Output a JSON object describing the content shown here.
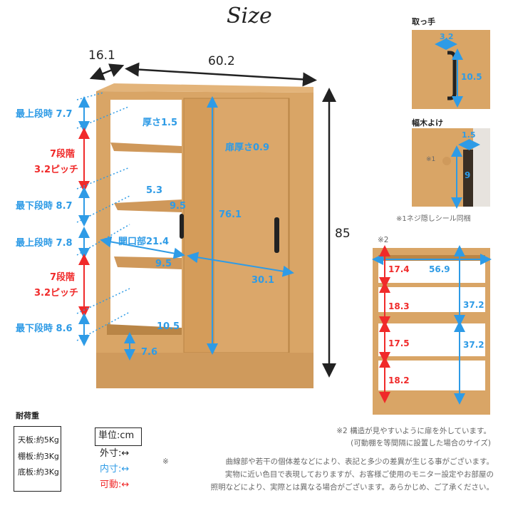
{
  "title": "Size",
  "main_dims": {
    "depth": "16.1",
    "width": "60.2",
    "height": "85"
  },
  "left_labels": [
    {
      "text": "最上段時 7.7",
      "color": "blue"
    },
    {
      "text": "7段階",
      "color": "red"
    },
    {
      "text": "3.2ピッチ",
      "color": "red"
    },
    {
      "text": "最下段時 8.7",
      "color": "blue"
    },
    {
      "text": "最上段時 7.8",
      "color": "blue"
    },
    {
      "text": "7段階",
      "color": "red"
    },
    {
      "text": "3.2ピッチ",
      "color": "red"
    },
    {
      "text": "最下段時 8.6",
      "color": "blue"
    }
  ],
  "inner_labels": {
    "thickness": "厚さ1.5",
    "gap": "5.3",
    "depth_upper": "9.5",
    "opening": "開口部21.4",
    "depth_middle": "9.5",
    "depth_bottom": "10.5",
    "base": "7.6",
    "door_thickness": "扉厚さ0.9",
    "door_height": "76.1",
    "door_width": "30.1"
  },
  "handle_inset": {
    "title": "取っ手",
    "width": "3.2",
    "height": "10.5"
  },
  "baseboard_inset": {
    "title": "幅木よけ",
    "width": "1.5",
    "height": "9",
    "mark": "※1",
    "caption": "※1ネジ隠しシール同梱"
  },
  "shelf_inset": {
    "mark": "※2",
    "width": "56.9",
    "heights_left": [
      "17.4",
      "18.3",
      "17.5",
      "18.2"
    ],
    "heights_right": [
      "37.2",
      "37.2"
    ]
  },
  "load": {
    "title": "耐荷重",
    "items": [
      "天板:約5Kg",
      "棚板:約3Kg",
      "底板:約3Kg"
    ]
  },
  "legend": {
    "unit": "単位:cm",
    "outer": "外寸:↔",
    "inner": "内寸:↔",
    "movable": "可動:↔"
  },
  "notes": {
    "note2_line1": "※2 構造が見やすいように扉を外しています。",
    "note2_line2": "(可動棚を等間隔に設置した場合のサイズ)",
    "disclaimer_mark": "※",
    "disclaimer_lines": [
      "曲線部や若干の個体差などにより、表記と多少の差異が生じる事がございます。",
      "実物に近い色目で表現しておりますが、お客様ご使用のモニター設定やお部屋の",
      "照明などにより、実際とは異なる場合がございます。あらかじめ、ご了承ください。"
    ]
  },
  "colors": {
    "wood": "#d9a566",
    "inner_dim": "#2e9be6",
    "movable_dim": "#f02a2a",
    "outer_dim": "#222222"
  }
}
